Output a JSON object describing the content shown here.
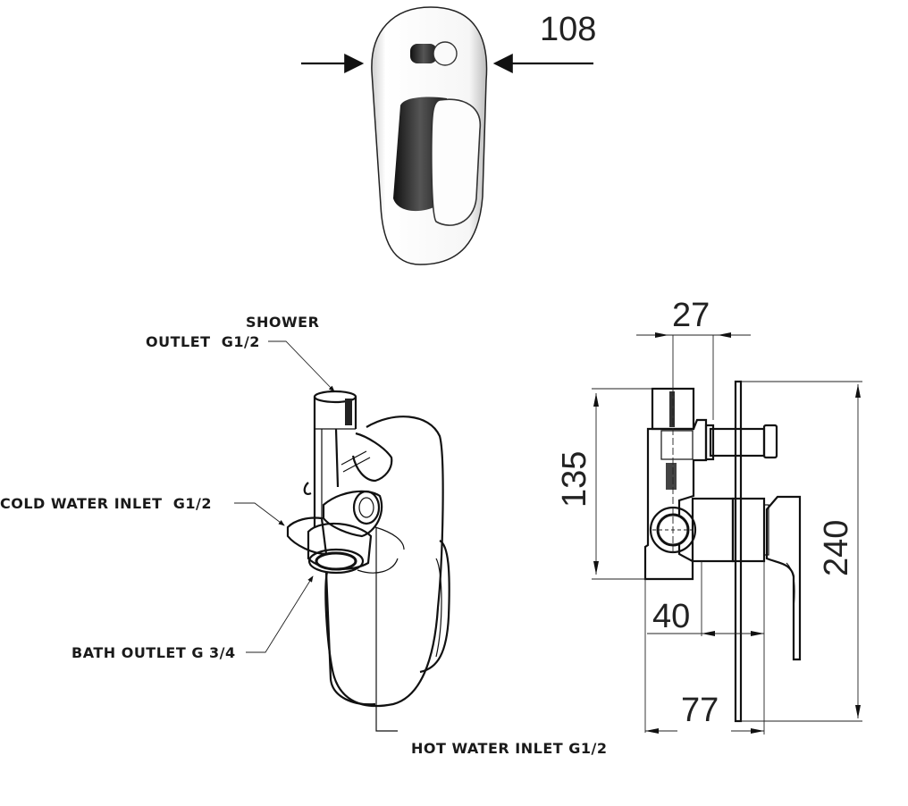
{
  "title": "Concealed shower/bath diverter mixer dimensional drawing",
  "front_view": {
    "width_dimension": "108"
  },
  "side_view": {
    "dimensions": {
      "spindle_offset": "27",
      "body_height": "135",
      "plate_height": "240",
      "body_depth": "40",
      "total_depth": "77"
    }
  },
  "iso_view": {
    "labels": {
      "shower_outlet_line1": "SHOWER",
      "shower_outlet_line2": "OUTLET  G1/2",
      "cold_inlet": "COLD WATER INLET  G1/2",
      "bath_outlet": "BATH OUTLET G 3/4",
      "hot_inlet": "HOT WATER INLET G1/2"
    }
  },
  "colors": {
    "line": "#111111",
    "chrome_dark": "#2a2a2a",
    "chrome_light": "#f4f4f4"
  }
}
